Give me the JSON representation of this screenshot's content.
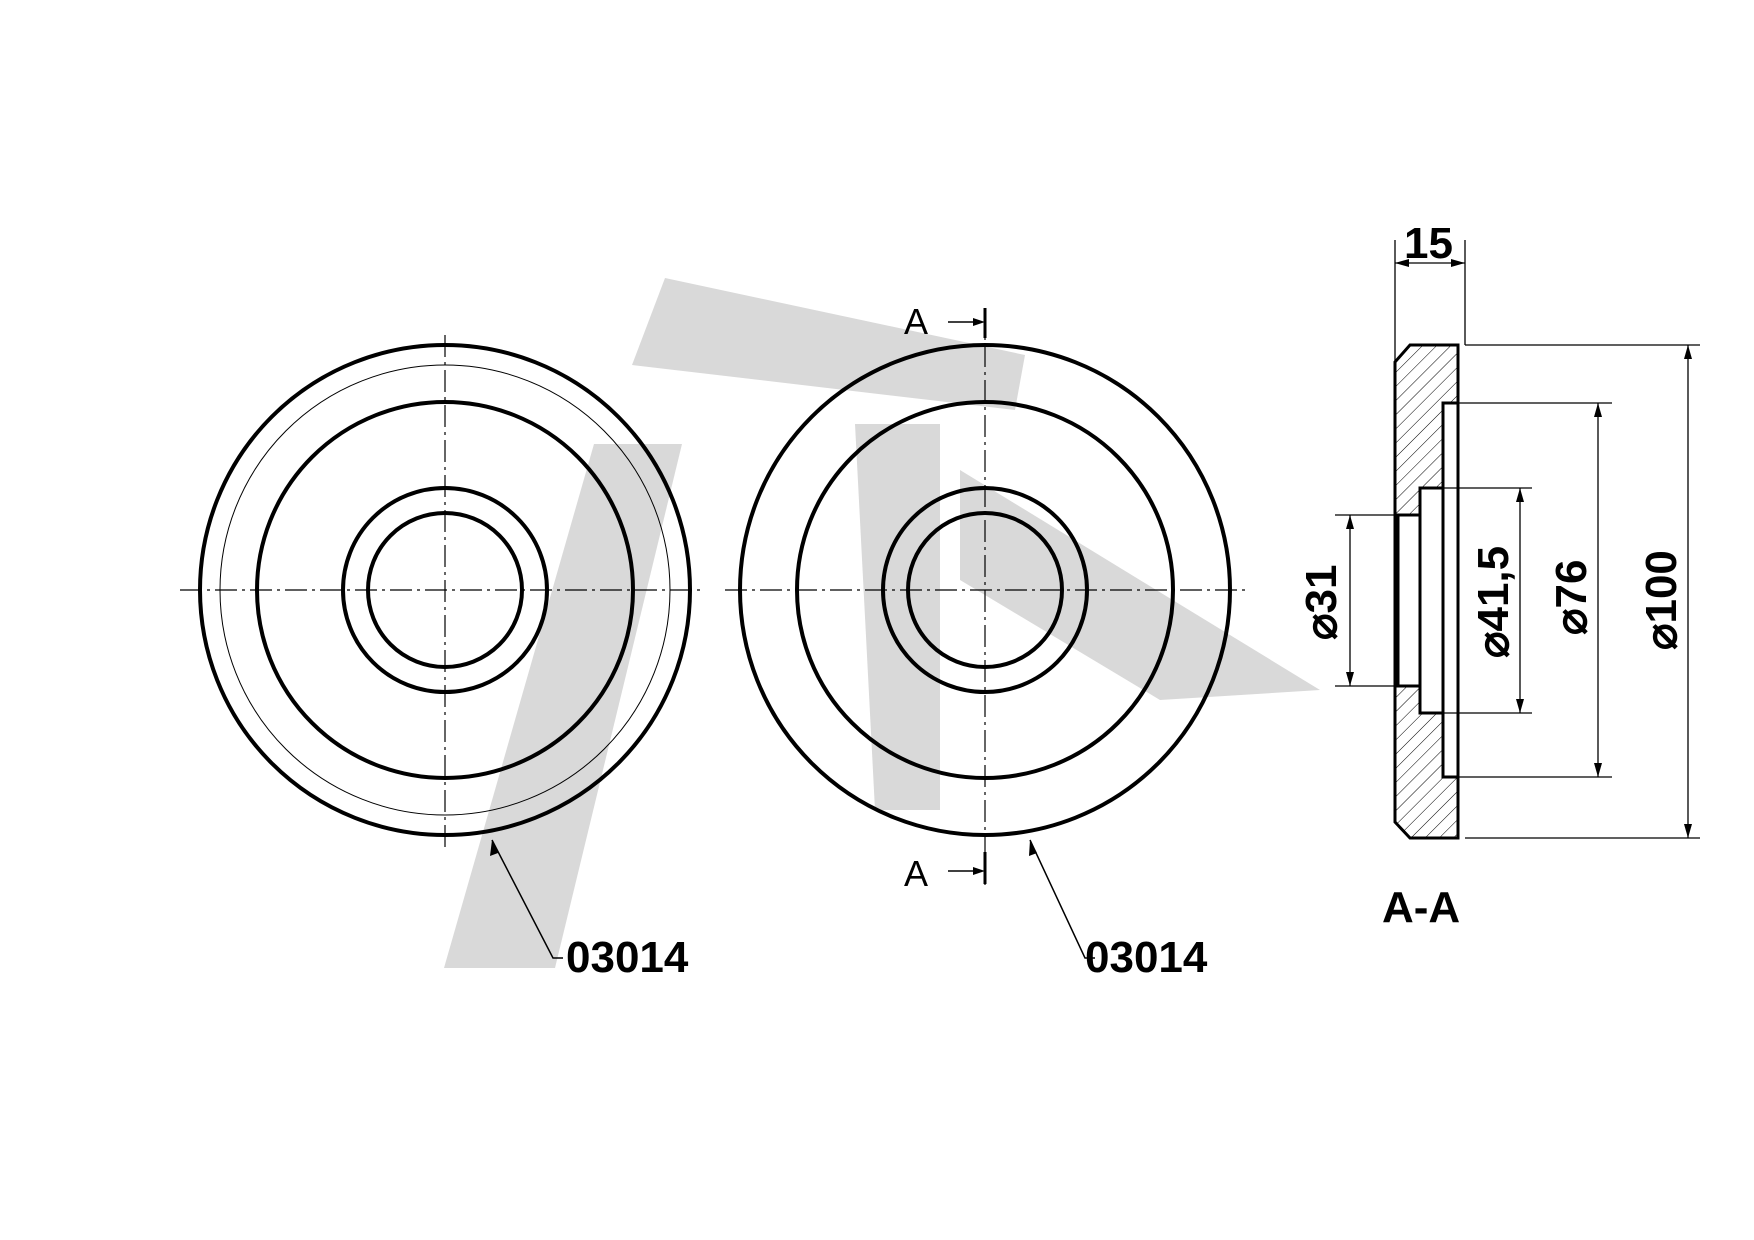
{
  "part_label_left": "03014",
  "part_label_right": "03014",
  "section_marker_top": "A",
  "section_marker_bottom": "A",
  "section_title": "A-A",
  "dimensions": {
    "width": "15",
    "d31": "⌀31",
    "d41_5": "⌀41,5",
    "d76": "⌀76",
    "d100": "⌀100"
  },
  "colors": {
    "line": "#000000",
    "watermark": "#d9d9d9"
  }
}
